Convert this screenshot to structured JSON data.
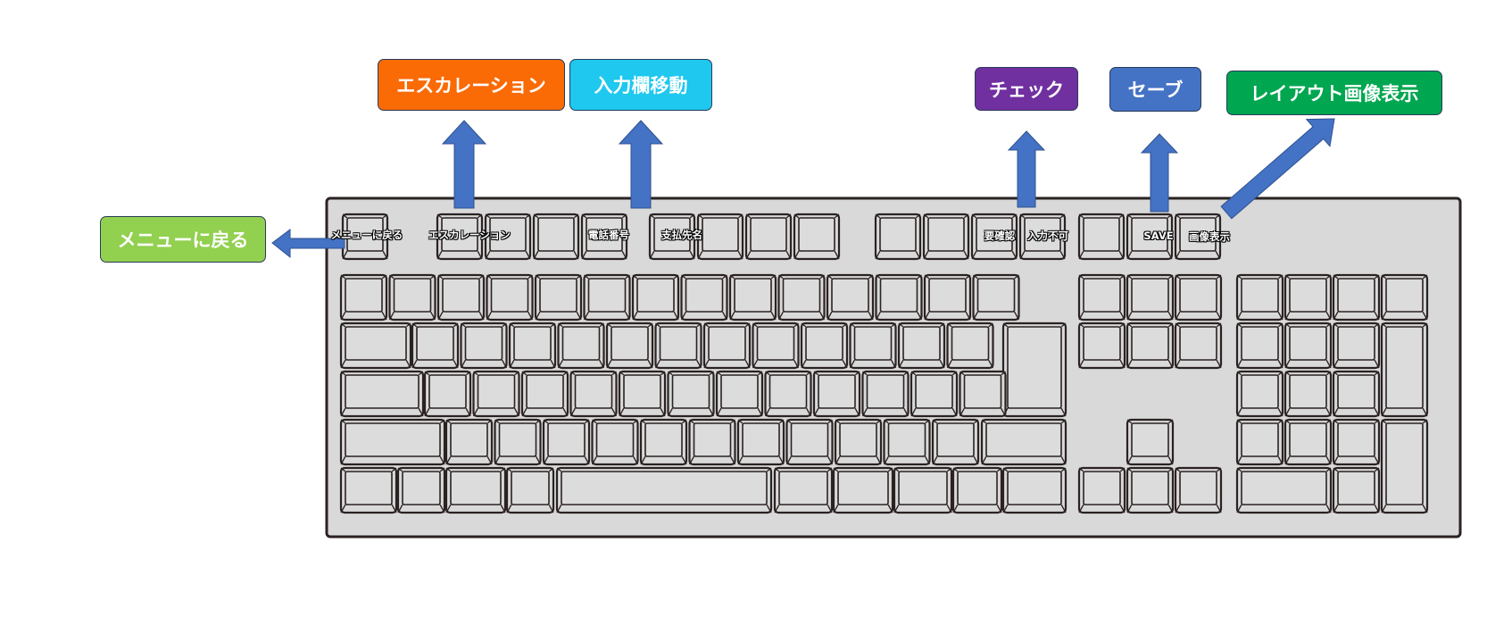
{
  "callouts": {
    "menu": {
      "label": "メニューに戻る",
      "color": "#92d050"
    },
    "escalation": {
      "label": "エスカレーション",
      "color": "#fa6a05"
    },
    "field_move": {
      "label": "入力欄移動",
      "color": "#1ec8ee"
    },
    "check": {
      "label": "チェック",
      "color": "#7030a0"
    },
    "save": {
      "label": "セーブ",
      "color": "#4472c4"
    },
    "layout_image": {
      "label": "レイアウト画像表示",
      "color": "#00a650"
    }
  },
  "key_labels": {
    "f_esc": "メニューに戻る",
    "f2": "エスカレーション",
    "f5": "電話番号",
    "f6": "支払先名",
    "f11": "要確認",
    "f12": "入力不可",
    "prtsc": "SAVE",
    "scrlk": "画像表示"
  },
  "colors": {
    "arrow": "#4472c4",
    "keyboard_body": "#d9d9d9",
    "key_outline": "#2b2222"
  }
}
